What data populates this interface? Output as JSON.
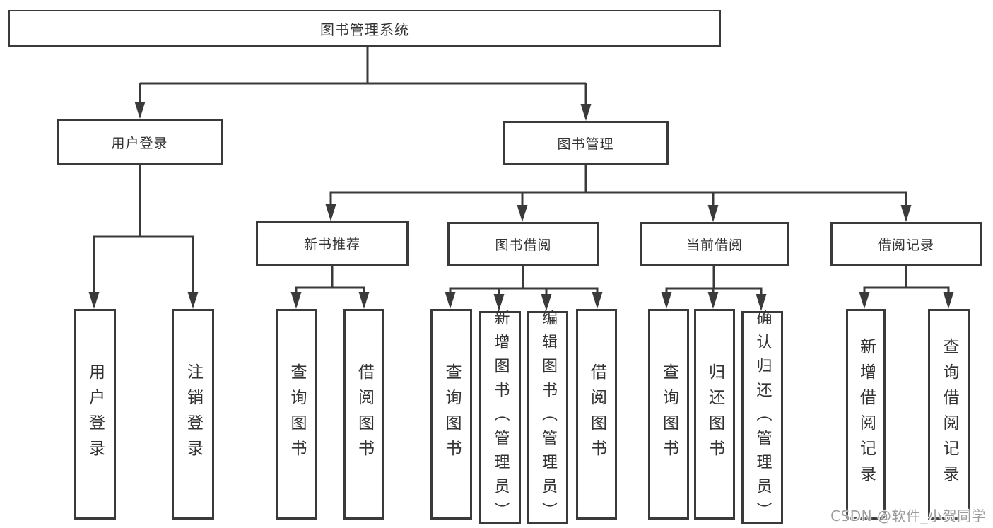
{
  "colors": {
    "line": "#3a3a3a",
    "box_border": "#3a3a3a",
    "text": "#333333",
    "watermark": "#9c9c9c",
    "background": "#ffffff"
  },
  "watermark": {
    "text": "CSDN @软件_小贺同学"
  },
  "diagram": {
    "root": {
      "label": "图书管理系统"
    },
    "level2": [
      {
        "id": "user-login",
        "label": "用户登录"
      },
      {
        "id": "book-management",
        "label": "图书管理"
      }
    ],
    "level3": [
      {
        "id": "new-book-recommendation",
        "label": "新书推荐"
      },
      {
        "id": "book-borrowing",
        "label": "图书借阅"
      },
      {
        "id": "current-borrowing",
        "label": "当前借阅"
      },
      {
        "id": "borrowing-records",
        "label": "借阅记录"
      }
    ],
    "login_children": [
      {
        "label": "用户登录"
      },
      {
        "label": "注销登录"
      }
    ],
    "recommend_children": [
      {
        "label": "查询图书"
      },
      {
        "label": "借阅图书"
      }
    ],
    "borrow_children": [
      {
        "label": "查询图书"
      },
      {
        "label": "新增图书（管理员）"
      },
      {
        "label": "编辑图书（管理员）"
      },
      {
        "label": "借阅图书"
      }
    ],
    "current_children": [
      {
        "label": "查询图书"
      },
      {
        "label": "归还图书"
      },
      {
        "label": "确认归还（管理员）"
      }
    ],
    "record_children": [
      {
        "label": "新增借阅记录"
      },
      {
        "label": "查询借阅记录"
      }
    ]
  }
}
